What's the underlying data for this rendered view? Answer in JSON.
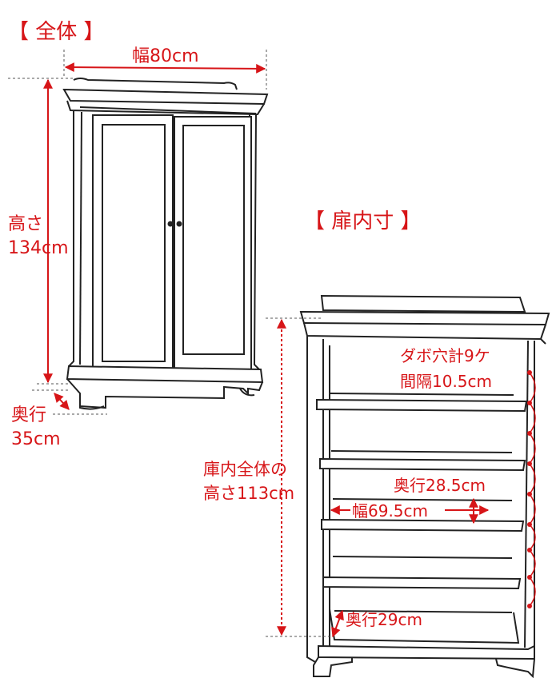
{
  "section_overall": {
    "title": "【 全体 】"
  },
  "section_interior": {
    "title": "【 扉内寸 】"
  },
  "overall": {
    "width_label": "幅80cm",
    "height_label_line1": "高さ",
    "height_label_line2": "134cm",
    "depth_label_line1": "奥行",
    "depth_label_line2": "35cm"
  },
  "interior": {
    "dowel_label_line1": "ダボ穴計9ケ",
    "dowel_label_line2": "間隔10.5cm",
    "total_height_line1": "庫内全体の",
    "total_height_line2": "高さ113cm",
    "shelf_depth_label": "奥行28.5cm",
    "shelf_width_label": "幅69.5cm",
    "bottom_depth_label": "奥行29cm"
  },
  "colors": {
    "accent": "#d71518",
    "line": "#222222",
    "guide": "#555555"
  }
}
